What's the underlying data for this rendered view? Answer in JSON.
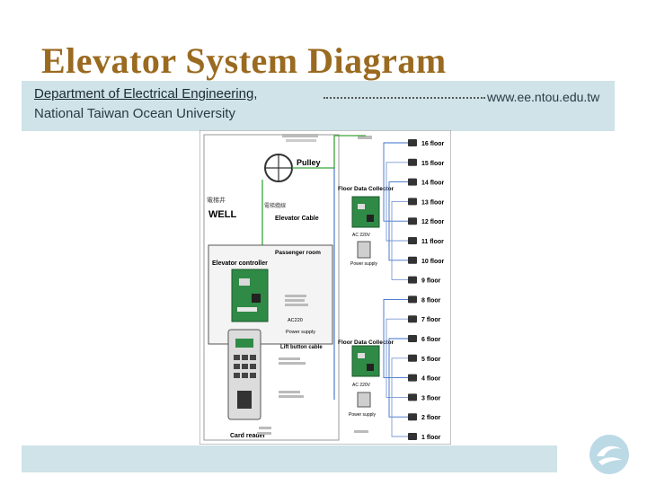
{
  "title": "Elevator System Diagram",
  "header": {
    "department": "Department of Electrical Engineering,",
    "university": "National Taiwan Ocean University",
    "url": "www.ee.ntou.edu.tw"
  },
  "diagram": {
    "pulley": "Pulley",
    "well_cn": "電梯井",
    "well": "WELL",
    "cable_cn": "電梯纜線",
    "elevator_cable": "Elevator Cable",
    "passenger_room": "Passenger room",
    "elevator_controller": "Elevator controller",
    "collector_top": "Floor Data Collector",
    "collector_bottom": "Floor Data Collector",
    "ac_top": "AC 220V",
    "ac_bottom": "AC 220V",
    "power_supply_top": "Power supply",
    "power_supply_bottom": "Power supply",
    "power_supply_ctrl": "Power supply",
    "ac220": "AC220",
    "lift_button_cable": "Lift button cable",
    "card_reader": "Card reader",
    "floors": [
      "16 floor",
      "15 floor",
      "14 floor",
      "13 floor",
      "12 floor",
      "11 floor",
      "10 floor",
      "9 floor",
      "8 floor",
      "7 floor",
      "6 floor",
      "5 floor",
      "4 floor",
      "3 floor",
      "2 floor",
      "1 floor"
    ]
  },
  "colors": {
    "title": "#9a6a20",
    "band": "#cfe3e8",
    "wire_green": "#3aa43a",
    "wire_blue": "#3a6fc8",
    "pcb_green": "#2f8a46"
  },
  "icons": [
    "pulley-icon",
    "logo-icon"
  ]
}
